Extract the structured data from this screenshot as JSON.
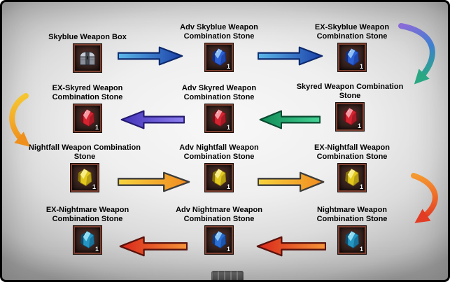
{
  "nodes": [
    {
      "label": "Skyblue Weapon Box",
      "icon": "weapon-box",
      "count": "",
      "colors": {
        "main": "#8a8f98",
        "dark": "#464b54",
        "light": "#c6cbd4"
      }
    },
    {
      "label": "Adv Skyblue Weapon Combination Stone",
      "icon": "blue-gem",
      "count": "1",
      "colors": {
        "main": "#2b5fd4",
        "dark": "#142e7e",
        "light": "#8fc0f5"
      }
    },
    {
      "label": "EX-Skyblue Weapon Combination Stone",
      "icon": "blue-gem",
      "count": "1",
      "colors": {
        "main": "#2b5fd4",
        "dark": "#142e7e",
        "light": "#8fc0f5"
      }
    },
    {
      "label": "EX-Skyred Weapon Combination Stone",
      "icon": "red-gem",
      "count": "1",
      "colors": {
        "main": "#d42430",
        "dark": "#77101a",
        "light": "#f59aa2"
      }
    },
    {
      "label": "Adv Skyred Weapon Combination Stone",
      "icon": "red-gem",
      "count": "1",
      "colors": {
        "main": "#d42430",
        "dark": "#77101a",
        "light": "#f59aa2"
      }
    },
    {
      "label": "Skyred Weapon Combination Stone",
      "icon": "red-gem",
      "count": "1",
      "colors": {
        "main": "#d42430",
        "dark": "#77101a",
        "light": "#f59aa2"
      }
    },
    {
      "label": "Nightfall Weapon Combination Stone",
      "icon": "yellow-gem",
      "count": "1",
      "colors": {
        "main": "#e3c81e",
        "dark": "#87720c",
        "light": "#f8ec85"
      }
    },
    {
      "label": "Adv Nightfall Weapon Combination Stone",
      "icon": "yellow-gem",
      "count": "1",
      "colors": {
        "main": "#e3c81e",
        "dark": "#87720c",
        "light": "#f8ec85"
      }
    },
    {
      "label": "EX-Nightfall Weapon Combination Stone",
      "icon": "yellow-gem",
      "count": "1",
      "colors": {
        "main": "#e3c81e",
        "dark": "#87720c",
        "light": "#f8ec85"
      }
    },
    {
      "label": "EX-Nightmare Weapon Combination Stone",
      "icon": "teal-gem",
      "count": "1",
      "colors": {
        "main": "#2596c4",
        "dark": "#0e4e6e",
        "light": "#8fdcf2"
      }
    },
    {
      "label": "Adv Nightmare Weapon Combination Stone",
      "icon": "blue-gem",
      "count": "1",
      "colors": {
        "main": "#2b6fd4",
        "dark": "#123a7e",
        "light": "#8fc8f5"
      }
    },
    {
      "label": "Nightmare Weapon Combination Stone",
      "icon": "teal-gem",
      "count": "1",
      "colors": {
        "main": "#2596c4",
        "dark": "#0e4e6e",
        "light": "#8fdcf2"
      }
    }
  ],
  "arrows": [
    {
      "id": "box-to-adv-skyblue",
      "direction": "right",
      "from": "#5bb7e8",
      "to": "#1b3fa8",
      "stroke": "#0d2a6e"
    },
    {
      "id": "adv-to-ex-skyblue",
      "direction": "right",
      "from": "#5bb7e8",
      "to": "#1b3fa8",
      "stroke": "#0d2a6e"
    },
    {
      "id": "adv-skyred-to-ex-skyred",
      "direction": "left",
      "from": "#8f80f0",
      "to": "#4132b8",
      "stroke": "#241a70"
    },
    {
      "id": "skyred-to-adv-skyred",
      "direction": "left",
      "from": "#45d395",
      "to": "#0f8a55",
      "stroke": "#0a4a30"
    },
    {
      "id": "nightfall-to-adv-nightfall",
      "direction": "right",
      "from": "#f6d43e",
      "to": "#f08a20",
      "stroke": "#3d3d3d"
    },
    {
      "id": "adv-to-ex-nightfall",
      "direction": "right",
      "from": "#f6d43e",
      "to": "#f08a20",
      "stroke": "#3d3d3d"
    },
    {
      "id": "adv-nightmare-to-ex-nightmare",
      "direction": "left",
      "from": "#f6953a",
      "to": "#d8251a",
      "stroke": "#5a120c"
    },
    {
      "id": "nightmare-to-adv-nightmare",
      "direction": "left",
      "from": "#f6953a",
      "to": "#d8251a",
      "stroke": "#5a120c"
    }
  ],
  "curved_arrows": [
    {
      "id": "ex-skyblue-down-to-skyred",
      "from": "#8a6bd8",
      "mid": "#3f7fd0",
      "to": "#2aa884"
    },
    {
      "id": "ex-skyred-down-to-nightfall",
      "from": "#f5c632",
      "mid": "#f4ae28",
      "to": "#ef8f1c"
    },
    {
      "id": "ex-nightfall-down-to-nightmare",
      "from": "#f59a30",
      "mid": "#ef6f2a",
      "to": "#e23c24"
    }
  ]
}
